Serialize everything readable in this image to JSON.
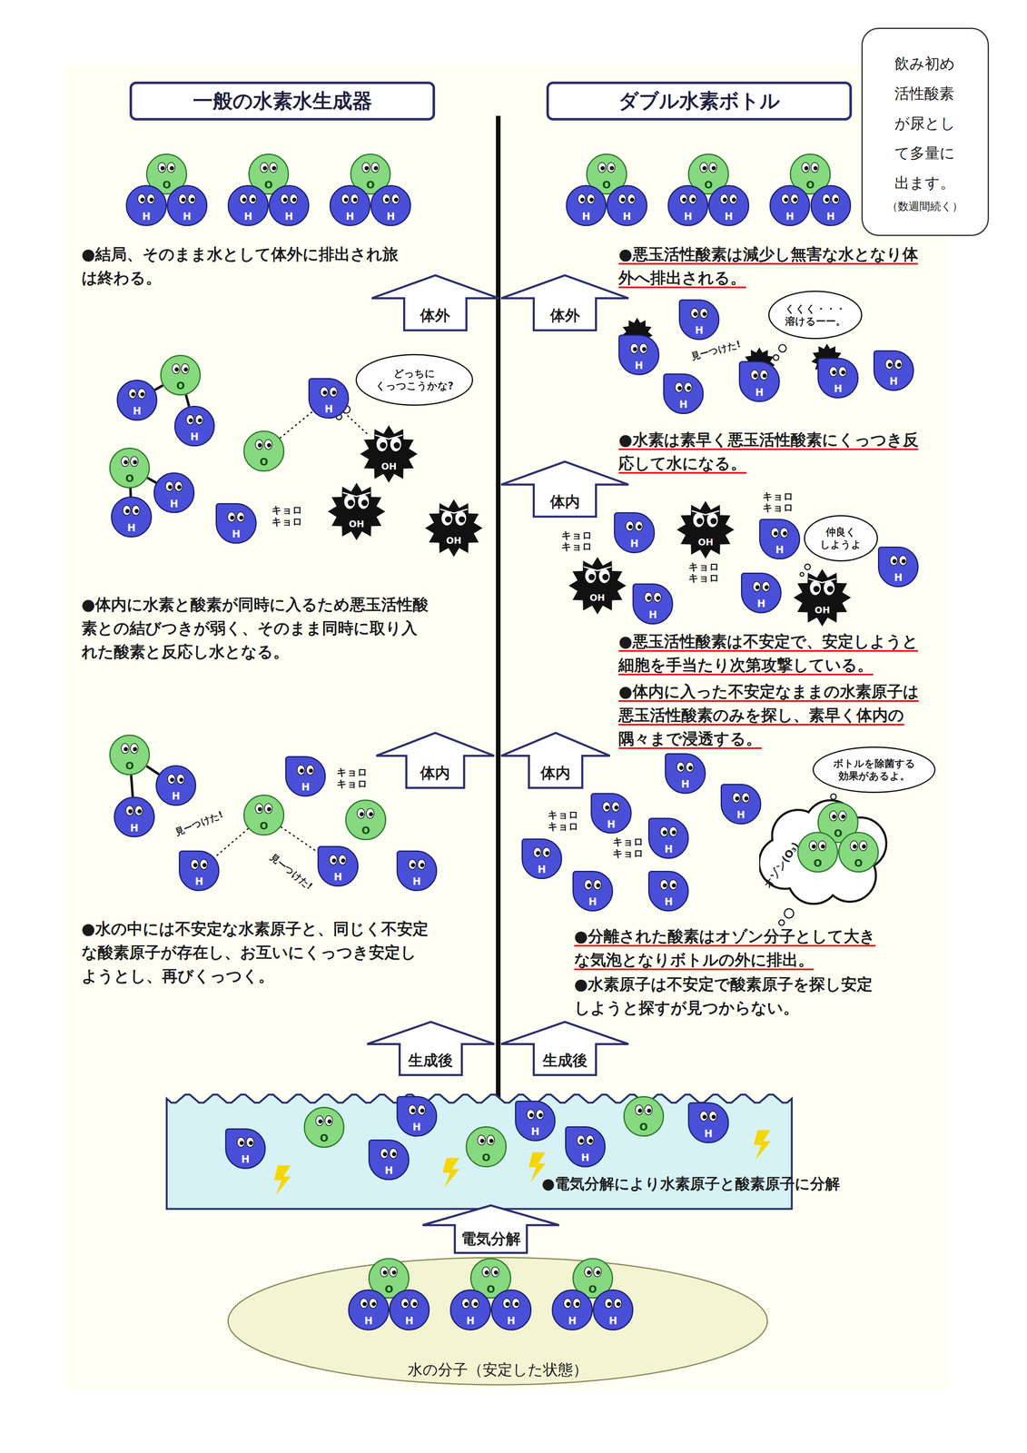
{
  "diagram": {
    "nodes": [
      {
        "text": [
          "一般の水素水生成器"
        ]
      },
      {
        "text": [
          "ダブル水素ボトル"
        ]
      },
      {
        "text": [
          "飲み初め 活性酸素 が尿とし て多量に 出ます。",
          "（数週間続く）"
        ]
      },
      {
        "text": [
          "O"
        ]
      },
      {
        "text": [
          "H"
        ]
      },
      {
        "text": [
          "H"
        ]
      },
      {
        "text": [
          "O"
        ]
      },
      {
        "text": [
          "H"
        ]
      },
      {
        "text": [
          "H"
        ]
      },
      {
        "text": [
          "O"
        ]
      },
      {
        "text": [
          "H"
        ]
      },
      {
        "text": [
          "H"
        ]
      },
      {
        "text": [
          "O"
        ]
      },
      {
        "text": [
          "H"
        ]
      },
      {
        "text": [
          "H"
        ]
      },
      {
        "text": [
          "O"
        ]
      },
      {
        "text": [
          "H"
        ]
      },
      {
        "text": [
          "H"
        ]
      },
      {
        "text": [
          "O"
        ]
      },
      {
        "text": [
          "H"
        ]
      },
      {
        "text": [
          "H"
        ]
      },
      {
        "text": [
          "体外"
        ]
      },
      {
        "text": [
          "体外"
        ]
      },
      {
        "text": [
          "H"
        ]
      },
      {
        "text": [
          "H"
        ]
      },
      {
        "text": [
          "H"
        ]
      },
      {
        "text": [
          "H"
        ]
      },
      {
        "text": [
          "H"
        ]
      },
      {
        "text": [
          "H"
        ]
      },
      {
        "text": [
          "くくく・・・ 溶けるーー。"
        ]
      },
      {
        "text": [
          "O"
        ]
      },
      {
        "text": [
          "H"
        ]
      },
      {
        "text": [
          "H"
        ]
      },
      {
        "text": [
          "O"
        ]
      },
      {
        "text": [
          "H"
        ]
      },
      {
        "text": [
          "H"
        ]
      },
      {
        "text": [
          "O"
        ]
      },
      {
        "text": [
          "H"
        ]
      },
      {
        "text": [
          "どっちに くっつこうかな?"
        ]
      },
      {
        "text": [
          "OH"
        ]
      },
      {
        "text": [
          "OH"
        ]
      },
      {
        "text": [
          "OH"
        ]
      },
      {
        "text": [
          "H"
        ]
      },
      {
        "text": [
          "体内"
        ]
      },
      {
        "text": [
          "H"
        ]
      },
      {
        "text": [
          "OH"
        ]
      },
      {
        "text": [
          "H"
        ]
      },
      {
        "text": [
          "仲良く しようよ"
        ]
      },
      {
        "text": [
          "H"
        ]
      },
      {
        "text": [
          "OH"
        ]
      },
      {
        "text": [
          "H"
        ]
      },
      {
        "text": [
          "H"
        ]
      },
      {
        "text": [
          "OH"
        ]
      },
      {
        "text": [
          "体内"
        ]
      },
      {
        "text": [
          "体内"
        ]
      },
      {
        "text": [
          "O"
        ]
      },
      {
        "text": [
          "H"
        ]
      },
      {
        "text": [
          "H"
        ]
      },
      {
        "text": [
          "H"
        ]
      },
      {
        "text": [
          "O"
        ]
      },
      {
        "text": [
          "O"
        ]
      },
      {
        "text": [
          "H"
        ]
      },
      {
        "text": [
          "H"
        ]
      },
      {
        "text": [
          "H"
        ]
      },
      {
        "text": [
          "H"
        ]
      },
      {
        "text": [
          "H"
        ]
      },
      {
        "text": [
          "H"
        ]
      },
      {
        "text": [
          "H"
        ]
      },
      {
        "text": [
          "H"
        ]
      },
      {
        "text": [
          "H"
        ]
      },
      {
        "text": [
          "H"
        ]
      },
      {
        "text": [
          "オゾン(O₃)"
        ]
      },
      {
        "text": [
          "O"
        ],
        "in": 71
      },
      {
        "text": [
          "O"
        ],
        "in": 71
      },
      {
        "text": [
          "O"
        ],
        "in": 71
      },
      {
        "text": [
          "ボトルを除菌する 効果があるよ。"
        ]
      },
      {
        "text": [
          "生成後"
        ]
      },
      {
        "text": [
          "生成後"
        ]
      },
      {
        "text": [
          "H"
        ]
      },
      {
        "text": [
          "O"
        ]
      },
      {
        "text": [
          "H"
        ]
      },
      {
        "text": [
          "H"
        ]
      },
      {
        "text": [
          "O"
        ]
      },
      {
        "text": [
          "H"
        ]
      },
      {
        "text": [
          "H"
        ]
      },
      {
        "text": [
          "O"
        ]
      },
      {
        "text": [
          "H"
        ]
      },
      {
        "text": [
          "電気分解"
        ]
      },
      {
        "text": [
          "水の分子（安定した状態）"
        ]
      },
      {
        "text": [
          "O"
        ],
        "in": 88
      },
      {
        "text": [
          "H"
        ],
        "in": 88
      },
      {
        "text": [
          "H"
        ],
        "in": 88
      },
      {
        "text": [
          "O"
        ],
        "in": 88
      },
      {
        "text": [
          "H"
        ],
        "in": 88
      },
      {
        "text": [
          "H"
        ],
        "in": 88
      },
      {
        "text": [
          "O"
        ],
        "in": 88
      },
      {
        "text": [
          "H"
        ],
        "in": 88
      },
      {
        "text": [
          "H"
        ],
        "in": 88
      }
    ],
    "edges": [
      {
        "from": 30,
        "to": 31,
        "arrow": "none"
      },
      {
        "from": 30,
        "to": 32,
        "arrow": "none"
      },
      {
        "from": 33,
        "to": 34,
        "arrow": "none"
      },
      {
        "from": 33,
        "to": 35,
        "arrow": "none"
      },
      {
        "from": 36,
        "to": 37,
        "arrow": "none"
      },
      {
        "from": 37,
        "to": 39,
        "arrow": "none"
      },
      {
        "from": 55,
        "to": 56,
        "arrow": "none"
      },
      {
        "from": 55,
        "to": 57,
        "arrow": "none"
      },
      {
        "from": 59,
        "to": 61,
        "arrow": "none"
      },
      {
        "from": 59,
        "to": 62,
        "arrow": "none"
      }
    ],
    "labels": [
      "●結局、そのまま水として体外に排出され旅は終わる。",
      "●悪玉活性酸素は減少し無害な水となり体外へ排出される。",
      "見ーつけた!",
      "●水素は素早く悪玉活性酸素にくっつき反応して水になる。",
      "キョロ キョロ",
      "キョロ キョロ",
      "キョロ キョロ",
      "キョロ キョロ",
      "●体内に水素と酸素が同時に入るため悪玉活性酸素との結びつきが弱く、そのまま同時に取り入れた酸素と反応し水となる。",
      "●悪玉活性酸素は不安定で、安定しようと細胞を手当たり次第攻撃している。",
      "●体内に入った不安定なままの水素原子は悪玉活性酸素のみを探し、素早く体内の隅々まで浸透する。",
      "キョロ キョロ",
      "見ーつけた!",
      "見ーつけた!",
      "キョロ キョロ",
      "キョロ キョロ",
      "●水の中には不安定な水素原子と、同じく不安定な酸素原子が存在し、お互いにくっつき安定しようとし、再びくっつく。",
      "●分離された酸素はオゾン分子として大きな気泡となりボトルの外に排出。",
      "●水素原子は不安定で酸素原子を探し安定しようと探すが見つからない。",
      "●電気分解により水素原子と酸素原子に分解"
    ]
  }
}
